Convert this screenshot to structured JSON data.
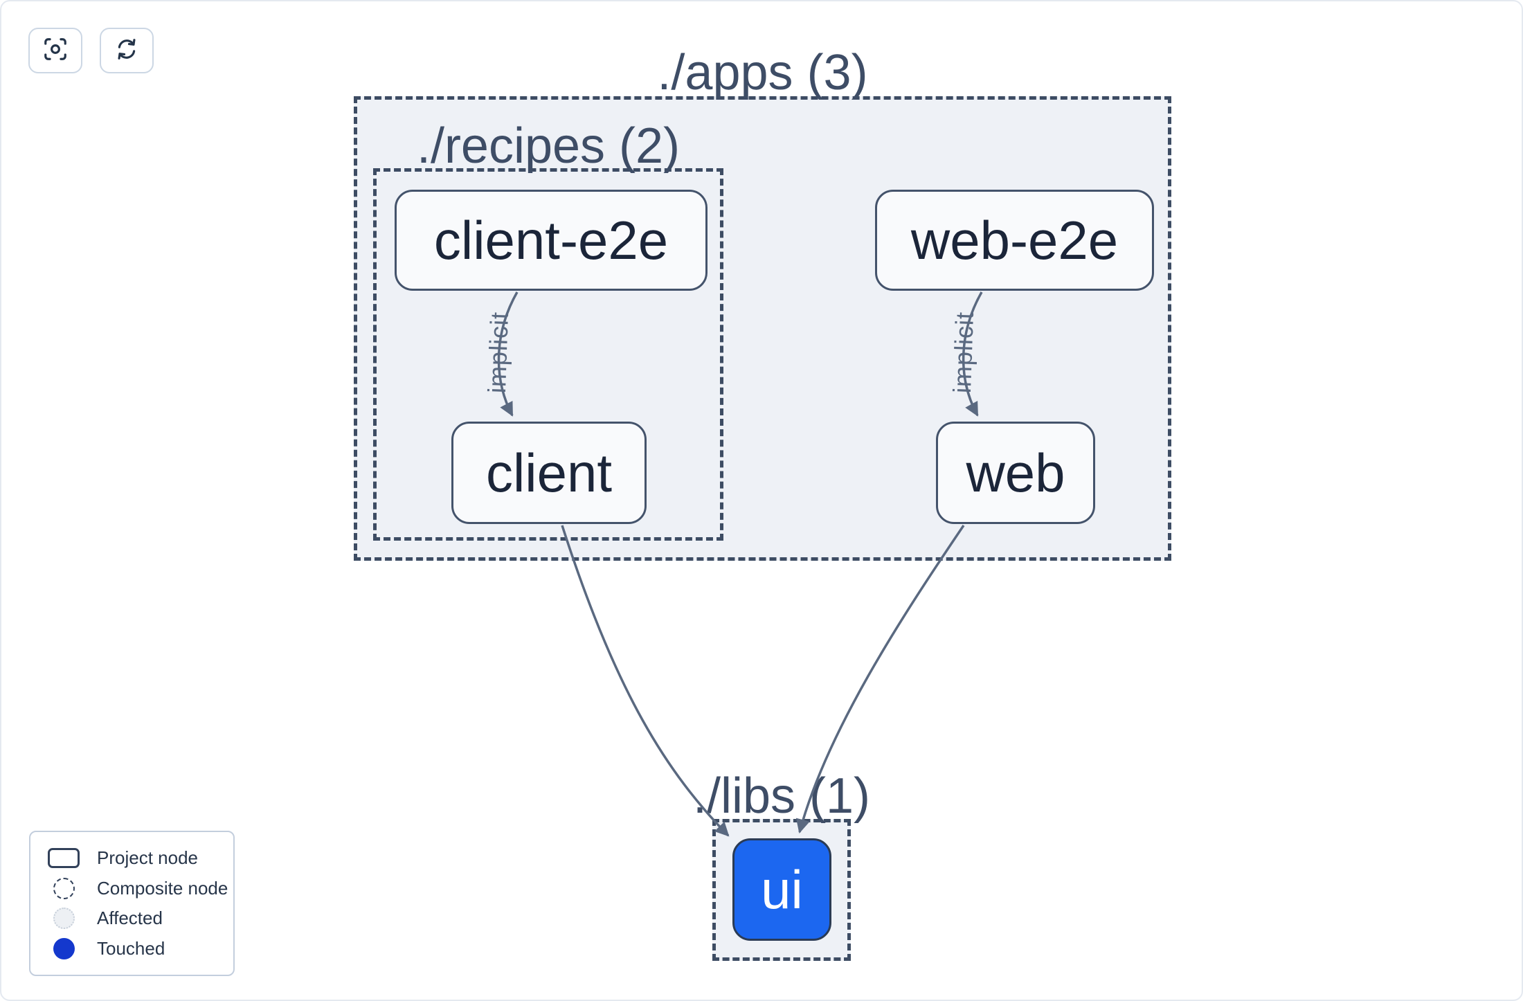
{
  "toolbar": {
    "buttons": [
      {
        "name": "focus-button",
        "icon": "focus-icon"
      },
      {
        "name": "refresh-button",
        "icon": "refresh-icon"
      }
    ]
  },
  "graph": {
    "groups": [
      {
        "id": "apps",
        "label": "./apps (3)"
      },
      {
        "id": "recipes",
        "label": "./recipes (2)"
      },
      {
        "id": "libs",
        "label": "./libs (1)"
      }
    ],
    "nodes": [
      {
        "id": "client-e2e",
        "label": "client-e2e",
        "group": "recipes",
        "state": "default"
      },
      {
        "id": "client",
        "label": "client",
        "group": "recipes",
        "state": "default"
      },
      {
        "id": "web-e2e",
        "label": "web-e2e",
        "group": "apps",
        "state": "default"
      },
      {
        "id": "web",
        "label": "web",
        "group": "apps",
        "state": "default"
      },
      {
        "id": "ui",
        "label": "ui",
        "group": "libs",
        "state": "touched"
      }
    ],
    "edges": [
      {
        "from": "client-e2e",
        "to": "client",
        "label": "implicit"
      },
      {
        "from": "web-e2e",
        "to": "web",
        "label": "implicit"
      },
      {
        "from": "client",
        "to": "ui",
        "label": ""
      },
      {
        "from": "web",
        "to": "ui",
        "label": ""
      }
    ]
  },
  "legend": {
    "items": [
      {
        "swatch": "project-node-swatch",
        "label": "Project node"
      },
      {
        "swatch": "composite-node-swatch",
        "label": "Composite node"
      },
      {
        "swatch": "affected-swatch",
        "label": "Affected"
      },
      {
        "swatch": "touched-swatch",
        "label": "Touched"
      }
    ]
  },
  "colors": {
    "touched_node_fill": "#1c67f0",
    "touched_legend_dot": "#1438cd",
    "composite_fill": "#eef1f6",
    "composite_border": "#3d4c63",
    "node_border": "#44536b",
    "node_fill": "#f9fafc",
    "node_text": "#1b2539",
    "edge": "#5a6980",
    "group_label": "#3e4d66"
  }
}
